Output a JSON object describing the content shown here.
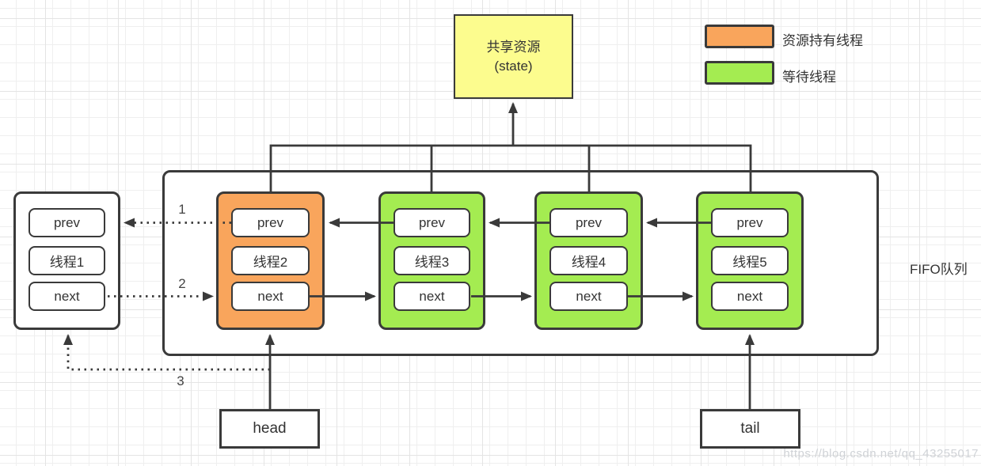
{
  "shared_resource": {
    "title": "共享资源",
    "subtitle": "(state)"
  },
  "legend": [
    {
      "label": "资源持有线程",
      "color": "#F9A55C"
    },
    {
      "label": "等待线程",
      "color": "#A4EC51"
    }
  ],
  "queue_label": "FIFO队列",
  "nodes": [
    {
      "prev": "prev",
      "thread": "线程1",
      "next": "next",
      "color": "#FFFFFF"
    },
    {
      "prev": "prev",
      "thread": "线程2",
      "next": "next",
      "color": "#F9A55C"
    },
    {
      "prev": "prev",
      "thread": "线程3",
      "next": "next",
      "color": "#A4EC51"
    },
    {
      "prev": "prev",
      "thread": "线程4",
      "next": "next",
      "color": "#A4EC51"
    },
    {
      "prev": "prev",
      "thread": "线程5",
      "next": "next",
      "color": "#A4EC51"
    }
  ],
  "pointers": {
    "head": "head",
    "tail": "tail"
  },
  "steps": [
    "1",
    "2",
    "3"
  ],
  "watermark": "https://blog.csdn.net/qq_43255017",
  "colors": {
    "shared_fill": "#FCFC8E",
    "line": "#3A3A3A"
  }
}
